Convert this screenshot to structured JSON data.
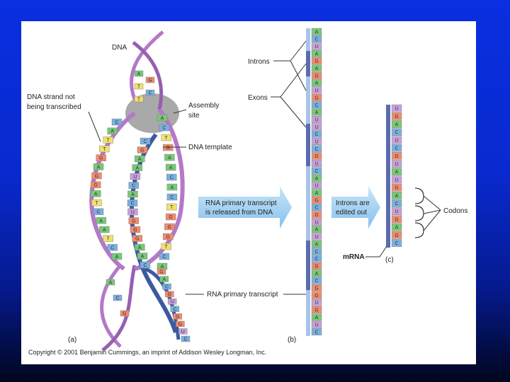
{
  "labels": {
    "dna": "DNA",
    "dna_strand_not_transcribed": [
      "DNA strand not",
      "being transcribed"
    ],
    "assembly_site": [
      "Assembly",
      "site"
    ],
    "dna_template": "DNA template",
    "rna_released": [
      "RNA primary transcript",
      "is released from DNA"
    ],
    "rna_primary_transcript": "RNA primary transcript",
    "introns": "Introns",
    "exons": "Exons",
    "introns_edited": [
      "Introns are",
      "edited out"
    ],
    "mrna": "mRNA",
    "codons": "Codons",
    "panel_a": "(a)",
    "panel_b": "(b)",
    "panel_c": "(c)"
  },
  "copyright": "Copyright © 2001 Benjamin Cummings, an imprint of Addison Wesley Longman, Inc.",
  "transcript_bases": [
    "A",
    "C",
    "U",
    "A",
    "G",
    "A",
    "G",
    "A",
    "U",
    "G",
    "C",
    "A",
    "U",
    "U",
    "C",
    "U",
    "C",
    "G",
    "U",
    "C",
    "A",
    "U",
    "A",
    "G",
    "C",
    "G",
    "U",
    "A",
    "U",
    "A",
    "C",
    "C",
    "G",
    "A",
    "C",
    "G",
    "G",
    "U",
    "G",
    "A",
    "U",
    "C"
  ],
  "mrna_bases": [
    "U",
    "G",
    "A",
    "C",
    "U",
    "C",
    "G",
    "U",
    "A",
    "U",
    "G",
    "A",
    "C",
    "U",
    "G",
    "A",
    "G",
    "C"
  ],
  "left_strand_bases": [
    "C",
    "A",
    "T",
    "T",
    "G",
    "A",
    "G",
    "G",
    "A",
    "T",
    "C",
    "A",
    "A",
    "T",
    "C",
    "A"
  ],
  "template_bases": [
    "C",
    "G",
    "A",
    "A",
    "U",
    "C",
    "A",
    "C",
    "U",
    "G",
    "G",
    "G",
    "A",
    "A",
    "C"
  ],
  "right_strand_bases": [
    "A",
    "C",
    "T",
    "G",
    "A",
    "A",
    "C",
    "A",
    "C",
    "T",
    "G",
    "G",
    "G",
    "T",
    "C",
    "A"
  ],
  "exiting_bases": [
    "G",
    "A",
    "C",
    "G",
    "U",
    "C",
    "G",
    "G",
    "U",
    "C"
  ],
  "top_helix_bases": [
    "A",
    "G",
    "T",
    "C",
    "T"
  ],
  "bottom_helix_bases": [
    "A",
    "C",
    "G"
  ],
  "colors": {
    "A": "#78c878",
    "C": "#7ab0e0",
    "G": "#f08c6e",
    "T": "#f0e070",
    "U": "#c8a0d8",
    "backbone_pink": "#b478c8",
    "template_backbone": "#3c5aa0",
    "exon_strip": "#5a6cb0",
    "intron_strip": "#a8c4e8",
    "assembly_site": "#a0a0a0",
    "arrow_fill": "#a8d4f0"
  }
}
